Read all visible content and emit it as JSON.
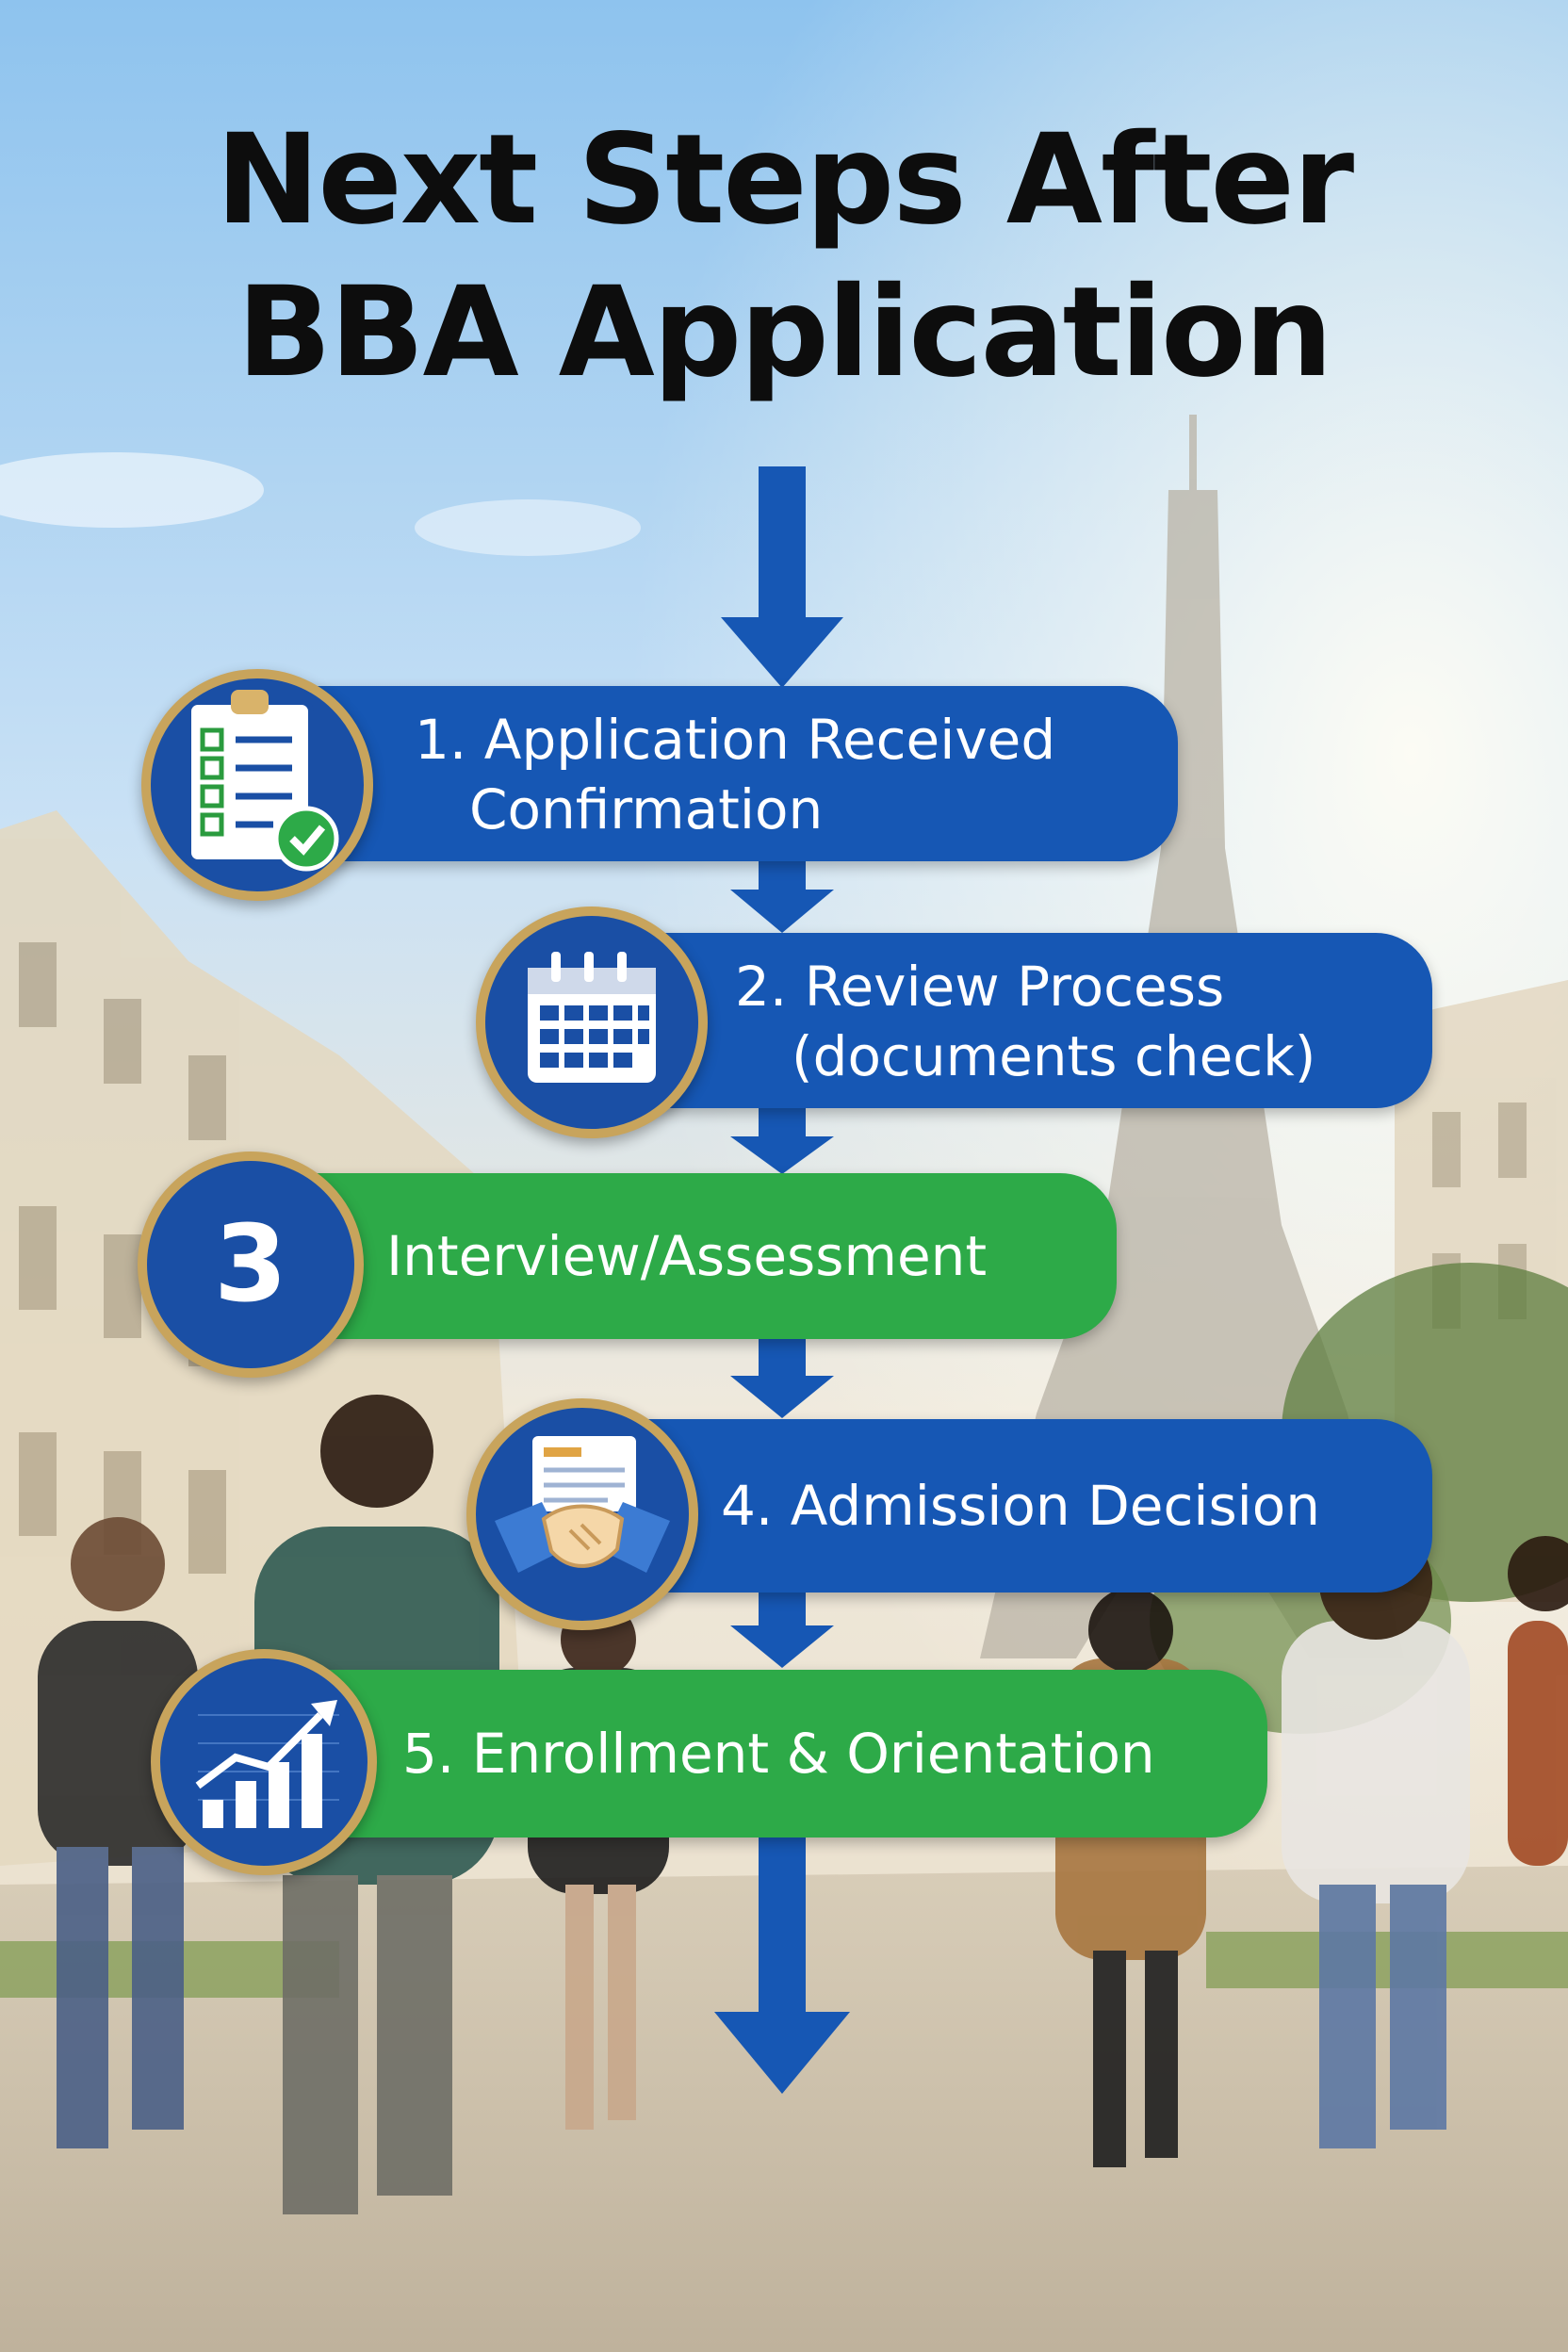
{
  "title": {
    "line1": "Next Steps After",
    "line2": "BBA Application"
  },
  "steps": [
    {
      "line1": "1. Application Received",
      "line2": "Confirmation",
      "color": "blue",
      "icon": "clipboard-checklist-icon"
    },
    {
      "line1": "2. Review Process",
      "line2": "(documents check)",
      "color": "blue",
      "icon": "calendar-icon"
    },
    {
      "line1": "Interview/Assessment",
      "badge_text": "3",
      "color": "green",
      "icon": "number-badge"
    },
    {
      "line1": "4. Admission Decision",
      "color": "blue",
      "icon": "handshake-document-icon"
    },
    {
      "line1": "5. Enrollment & Orientation",
      "color": "green",
      "icon": "growth-chart-icon"
    }
  ],
  "colors": {
    "blue": "#1657b4",
    "green": "#2daa48",
    "badge_ring": "#c8a45c",
    "title": "#0d0d0d"
  }
}
